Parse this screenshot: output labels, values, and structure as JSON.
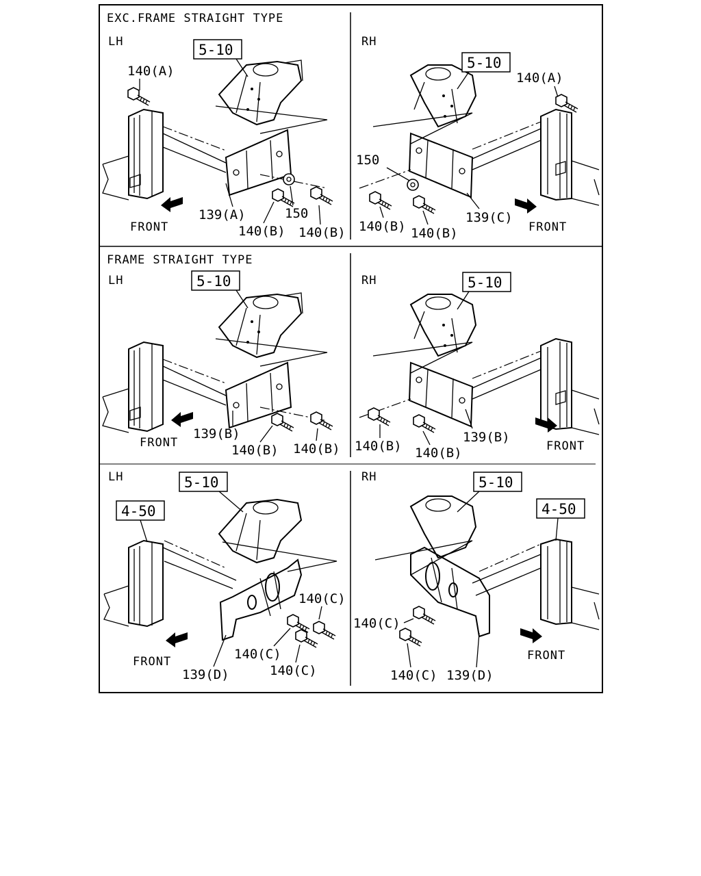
{
  "sections": [
    {
      "title": "EXC.FRAME STRAIGHT TYPE",
      "lh": {
        "side": "LH",
        "ref": "5-10",
        "front": "FRONT",
        "labels": [
          "140(A)",
          "139(A)",
          "140(B)",
          "150",
          "140(B)"
        ]
      },
      "rh": {
        "side": "RH",
        "ref": "5-10",
        "front": "FRONT",
        "labels": [
          "140(A)",
          "150",
          "140(B)",
          "140(B)",
          "139(C)"
        ]
      }
    },
    {
      "title": "FRAME STRAIGHT TYPE",
      "lh": {
        "side": "LH",
        "ref": "5-10",
        "front": "FRONT",
        "labels": [
          "139(B)",
          "140(B)",
          "140(B)"
        ]
      },
      "rh": {
        "side": "RH",
        "ref": "5-10",
        "front": "FRONT",
        "labels": [
          "140(B)",
          "140(B)",
          "139(B)"
        ]
      }
    },
    {
      "title": "",
      "lh": {
        "side": "LH",
        "ref": "5-10",
        "ref2": "4-50",
        "front": "FRONT",
        "labels": [
          "140(C)",
          "140(C)",
          "140(C)",
          "139(D)"
        ]
      },
      "rh": {
        "side": "RH",
        "ref": "5-10",
        "ref2": "4-50",
        "front": "FRONT",
        "labels": [
          "140(C)",
          "140(C)",
          "139(D)"
        ]
      }
    }
  ]
}
